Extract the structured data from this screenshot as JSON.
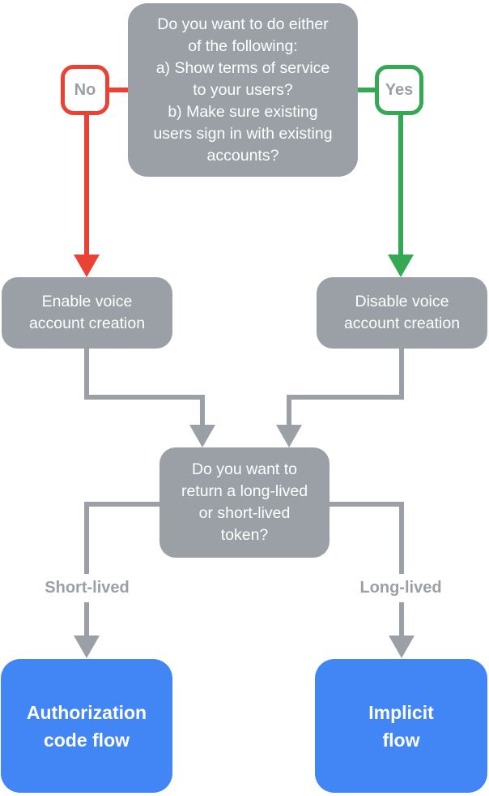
{
  "colors": {
    "background": "#FFFFFF",
    "node_gray": "#9AA0A6",
    "connector_gray": "#9AA0A6",
    "no_red": "#EA4335",
    "yes_green": "#34A853",
    "result_blue": "#4285F4",
    "label_gray": "#9AA0A6",
    "node_text": "#FFFFFF"
  },
  "nodes": {
    "question_top": {
      "text": "Do you want to do either\nof the following:\na) Show terms of service\nto your users?\nb) Make sure existing\nusers sign in with existing\naccounts?"
    },
    "branch_no": {
      "label": "No"
    },
    "branch_yes": {
      "label": "Yes"
    },
    "enable_voice": {
      "text": "Enable voice\naccount creation"
    },
    "disable_voice": {
      "text": "Disable voice\naccount creation"
    },
    "question_token": {
      "text": "Do you want to\nreturn a long-lived\nor short-lived\ntoken?"
    },
    "edge_short": {
      "label": "Short-lived"
    },
    "edge_long": {
      "label": "Long-lived"
    },
    "result_auth_code": {
      "text": "Authorization\ncode flow"
    },
    "result_implicit": {
      "text": "Implicit\nflow"
    }
  }
}
